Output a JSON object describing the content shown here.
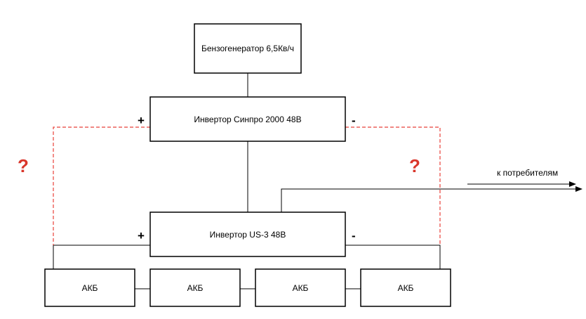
{
  "nodes": {
    "generator": "Бензогенератор 6,5Кв/ч",
    "inverter_sinpro": "Инвертор Синпро 2000 48В",
    "inverter_us3": "Инвертор US-3  48В",
    "batteries": [
      "АКБ",
      "АКБ",
      "АКБ",
      "АКБ"
    ]
  },
  "polarity": {
    "sinpro_plus": "+",
    "sinpro_minus": "-",
    "us3_plus": "+",
    "us3_minus": "-"
  },
  "unknown_marks": [
    "?",
    "?"
  ],
  "output_label": "к потребителям",
  "colors": {
    "line": "#000000",
    "dashed_link": "#e8413a",
    "question_mark": "#d9362b"
  }
}
